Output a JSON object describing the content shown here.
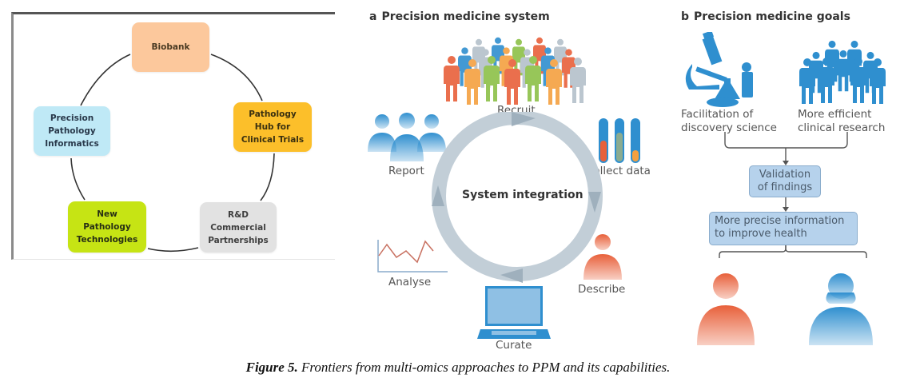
{
  "left_panel": {
    "nodes": [
      {
        "id": "biobank",
        "label": "Biobank",
        "color": "#fcc89c"
      },
      {
        "id": "hub",
        "label": "Pathology\nHub for\nClinical Trials",
        "color": "#fcbf2a"
      },
      {
        "id": "rnd",
        "label": "R&D\nCommercial\nPartnerships",
        "color": "#e2e2e2"
      },
      {
        "id": "newtech",
        "label": "New\nPathology\nTechnologies",
        "color": "#c6e414"
      },
      {
        "id": "informatics",
        "label": "Precision\nPathology\nInformatics",
        "color": "#bfe9f6"
      }
    ]
  },
  "panel_a": {
    "letter": "a",
    "title": "Precision medicine system",
    "center_label": "System integration",
    "steps": {
      "recruit": "Recruit",
      "collect": "Collect data",
      "describe": "Describe",
      "curate": "Curate",
      "analyse": "Analyse",
      "report": "Report"
    },
    "icons": {
      "recruit": "crowd-icon",
      "collect": "test-tubes-icon",
      "describe": "patient-icon",
      "curate": "laptop-icon",
      "analyse": "line-graph-icon",
      "report": "clinicians-group-icon"
    },
    "colors": {
      "blue": "#2f8fcf",
      "orange_red": "#e8603a",
      "orange": "#f4a040",
      "green": "#8cc048",
      "grey": "#b4c0ca",
      "ring": "#b8c6d0"
    }
  },
  "panel_b": {
    "letter": "b",
    "title": "Precision medicine goals",
    "goals": [
      {
        "label": "Facilitation of\ndiscovery science",
        "icon": "microscope-icon"
      },
      {
        "label": "More efficient\nclinical research",
        "icon": "crowd-icon"
      }
    ],
    "flow": [
      "Validation\nof findings",
      "More precise information\nto improve health"
    ],
    "outcomes": [
      {
        "icon": "patient-icon",
        "color": "#e8603a"
      },
      {
        "icon": "doctor-icon",
        "color": "#2f8fcf"
      }
    ]
  },
  "caption": {
    "label": "Figure 5.",
    "text": " Frontiers from multi-omics approaches to PPM and its capabilities."
  }
}
